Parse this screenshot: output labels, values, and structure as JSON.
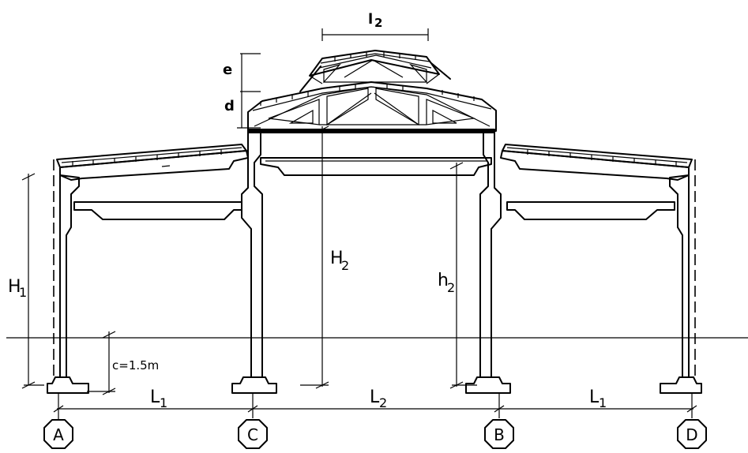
{
  "labels": {
    "l2": "l",
    "l2_sub": "2",
    "e": "e",
    "d": "d",
    "H1": "H",
    "H1_sub": "1",
    "H2": "H",
    "H2_sub": "2",
    "h2": "h",
    "h2_sub": "2",
    "c": "c=1.5m",
    "L1_left": "L",
    "L1_left_sub": "1",
    "L2": "L",
    "L2_sub": "2",
    "L1_right": "L",
    "L1_right_sub": "1"
  },
  "axes": [
    "A",
    "C",
    "B",
    "D"
  ]
}
